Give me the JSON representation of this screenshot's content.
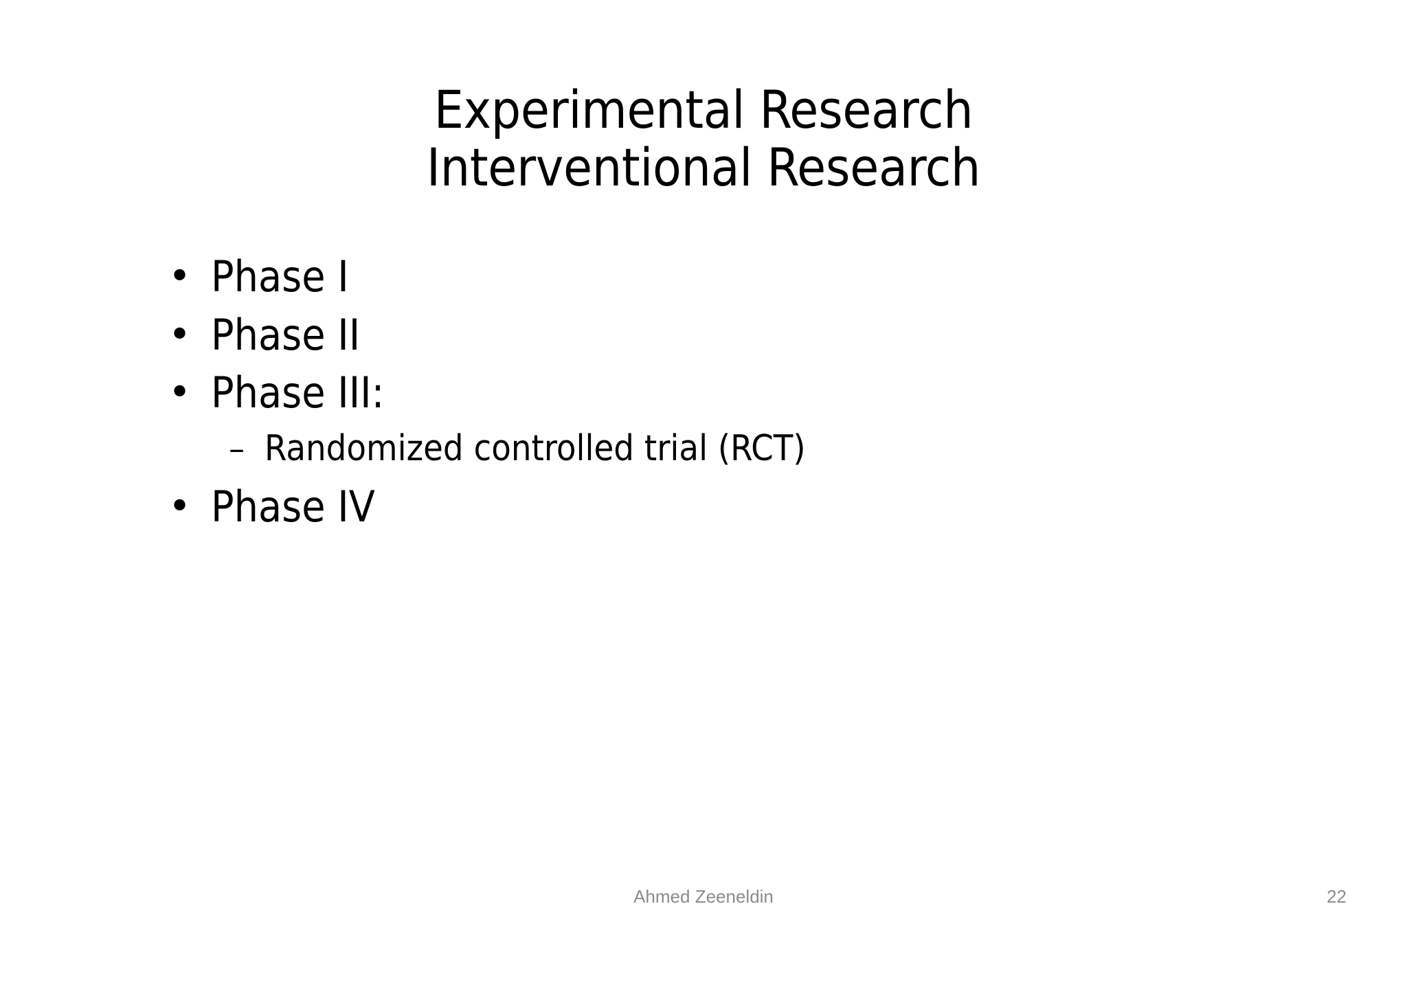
{
  "slide": {
    "background_color": "#ffffff",
    "text_color": "#000000",
    "footer_color": "#8c8c8c",
    "title": {
      "line1": "Experimental Research",
      "line2": "Interventional Research"
    },
    "bullets": [
      {
        "level": 1,
        "marker": "•",
        "text": "Phase I"
      },
      {
        "level": 1,
        "marker": "•",
        "text": "Phase II"
      },
      {
        "level": 1,
        "marker": "•",
        "text": "Phase III:"
      },
      {
        "level": 2,
        "marker": "–",
        "text": "Randomized controlled trial (RCT)"
      },
      {
        "level": 1,
        "marker": "•",
        "text": "Phase IV"
      }
    ],
    "footer": {
      "author": "Ahmed Zeeneldin",
      "page_number": "22"
    }
  }
}
